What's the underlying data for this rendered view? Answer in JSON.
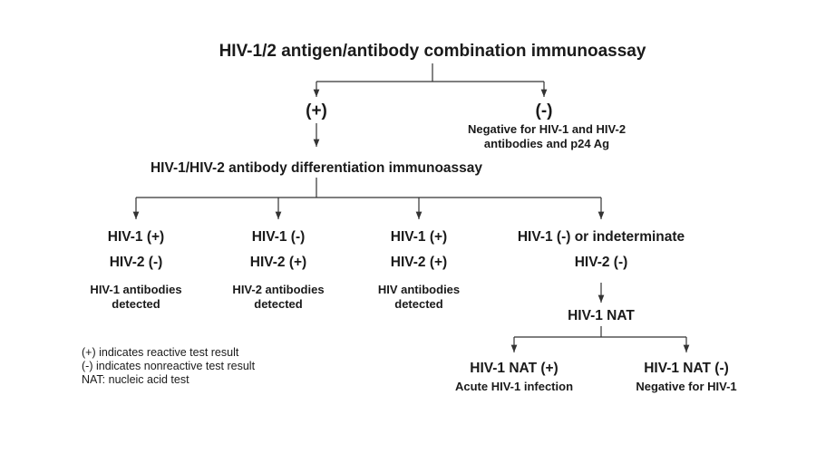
{
  "nodes": {
    "top": "HIV-1/2 antigen/antibody combination immunoassay",
    "pos": "(+)",
    "neg": "(-)",
    "neg_desc_l1": "Negative for HIV-1 and HIV-2",
    "neg_desc_l2": "antibodies and p24 Ag",
    "diff": "HIV-1/HIV-2 antibody differentiation immunoassay",
    "b1_hiv1": "HIV-1 (+)",
    "b1_hiv2": "HIV-2 (-)",
    "b1_desc_l1": "HIV-1 antibodies",
    "b1_desc_l2": "detected",
    "b2_hiv1": "HIV-1 (-)",
    "b2_hiv2": "HIV-2 (+)",
    "b2_desc_l1": "HIV-2 antibodies",
    "b2_desc_l2": "detected",
    "b3_hiv1": "HIV-1 (+)",
    "b3_hiv2": "HIV-2 (+)",
    "b3_desc_l1": "HIV antibodies",
    "b3_desc_l2": "detected",
    "b4_hiv1": "HIV-1 (-) or indeterminate",
    "b4_hiv2": "HIV-2 (-)",
    "nat": "HIV-1 NAT",
    "nat_pos": "HIV-1 NAT (+)",
    "nat_pos_desc": "Acute HIV-1 infection",
    "nat_neg": "HIV-1 NAT (-)",
    "nat_neg_desc": "Negative for HIV-1"
  },
  "legend": [
    "(+) indicates reactive test result",
    "(-) indicates nonreactive test result",
    "NAT: nucleic acid test"
  ],
  "colors": {
    "line": "#333333",
    "text": "#1a1a1a"
  }
}
